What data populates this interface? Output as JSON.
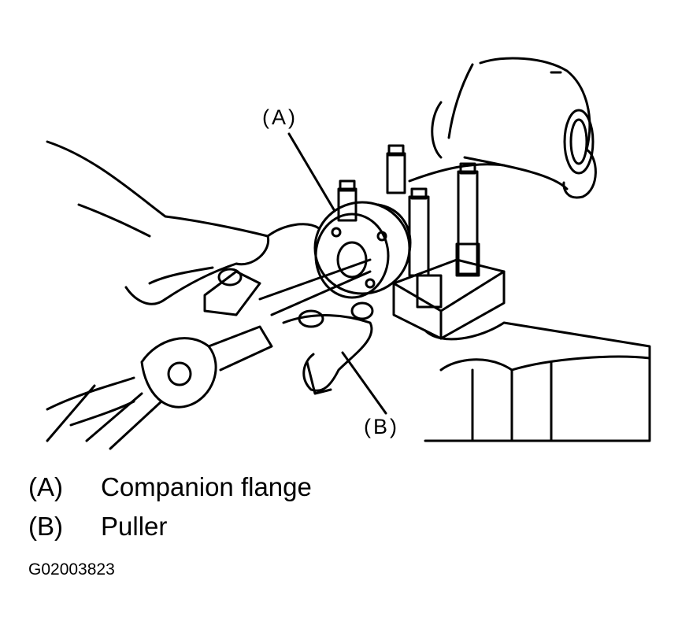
{
  "callouts": {
    "a": "(A)",
    "b": "(B)"
  },
  "legend": [
    {
      "key": "(A)",
      "label": "Companion flange"
    },
    {
      "key": "(B)",
      "label": "Puller"
    }
  ],
  "figure_id": "G02003823"
}
